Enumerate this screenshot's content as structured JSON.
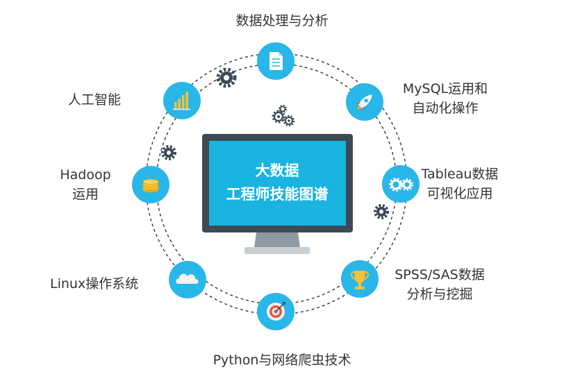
{
  "center": {
    "line1": "大数据",
    "line2": "工程师技能图谱"
  },
  "nodes": [
    {
      "id": "data-processing",
      "label_lines": [
        "数据处理与分析"
      ],
      "icon": "document-icon"
    },
    {
      "id": "mysql",
      "label_lines": [
        "MySQL运用和",
        "自动化操作"
      ],
      "icon": "rocket-icon"
    },
    {
      "id": "tableau",
      "label_lines": [
        "Tableau数据",
        "可视化应用"
      ],
      "icon": "gears-icon"
    },
    {
      "id": "spss-sas",
      "label_lines": [
        "SPSS/SAS数据",
        "分析与挖掘"
      ],
      "icon": "trophy-icon"
    },
    {
      "id": "python",
      "label_lines": [
        "Python与网络爬虫技术"
      ],
      "icon": "target-icon"
    },
    {
      "id": "linux",
      "label_lines": [
        "Linux操作系统"
      ],
      "icon": "cloud-icon"
    },
    {
      "id": "hadoop",
      "label_lines": [
        "Hadoop",
        "运用"
      ],
      "icon": "coins-icon"
    },
    {
      "id": "ai",
      "label_lines": [
        "人工智能"
      ],
      "icon": "bar-chart-icon"
    }
  ],
  "colors": {
    "node_fill": "#29B6E8",
    "monitor_frame": "#3D4A55",
    "screen_fill": "#1BB3E0",
    "stand": "#8E9AA3",
    "base": "#C9D0D5",
    "gear": "#3E4B56",
    "dashed_ring": "#333333"
  }
}
